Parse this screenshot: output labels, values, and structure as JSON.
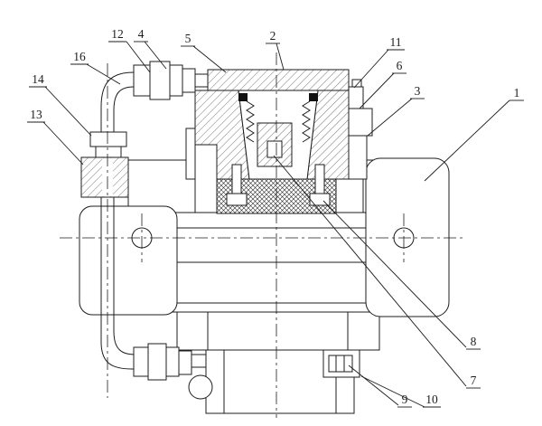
{
  "figure": {
    "background": "#ffffff",
    "stroke_color": "#1c1c1c",
    "kind": "mechanical-cross-section-drawing"
  },
  "callouts": {
    "c1": "1",
    "c2": "2",
    "c3": "3",
    "c4": "4",
    "c5": "5",
    "c6": "6",
    "c7": "7",
    "c8": "8",
    "c9": "9",
    "c10": "10",
    "c11": "11",
    "c12": "12",
    "c13": "13",
    "c14": "14",
    "c16": "16"
  }
}
